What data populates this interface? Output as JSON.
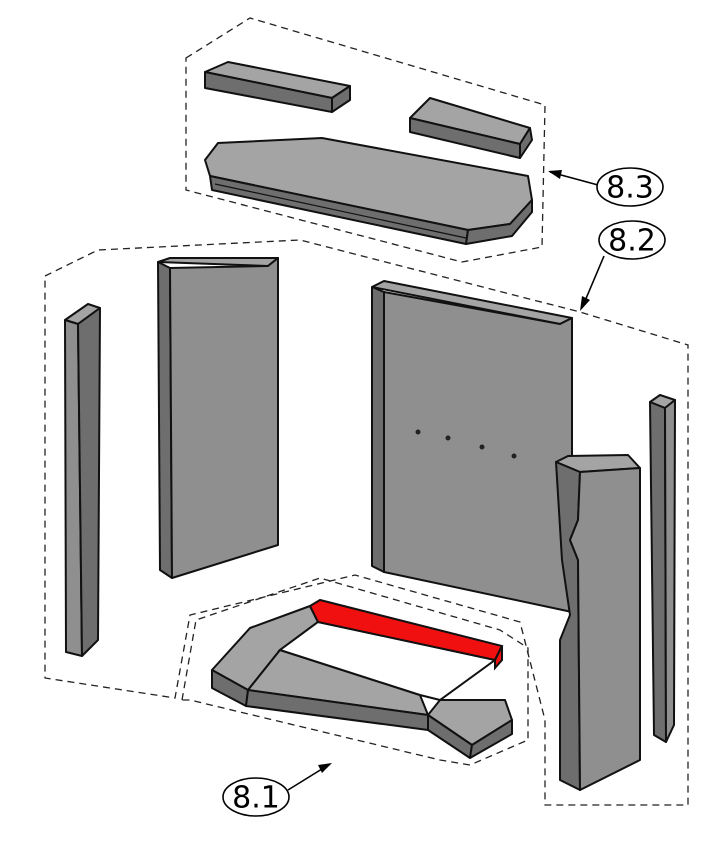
{
  "diagram": {
    "type": "exploded-parts-view",
    "callouts": [
      {
        "id": "top-group",
        "label": "8.3"
      },
      {
        "id": "wall-group",
        "label": "8.2"
      },
      {
        "id": "floor-group",
        "label": "8.1"
      }
    ],
    "colors": {
      "part": "#8f8f8f",
      "highlight": "#f01010",
      "outline": "#111111"
    }
  }
}
